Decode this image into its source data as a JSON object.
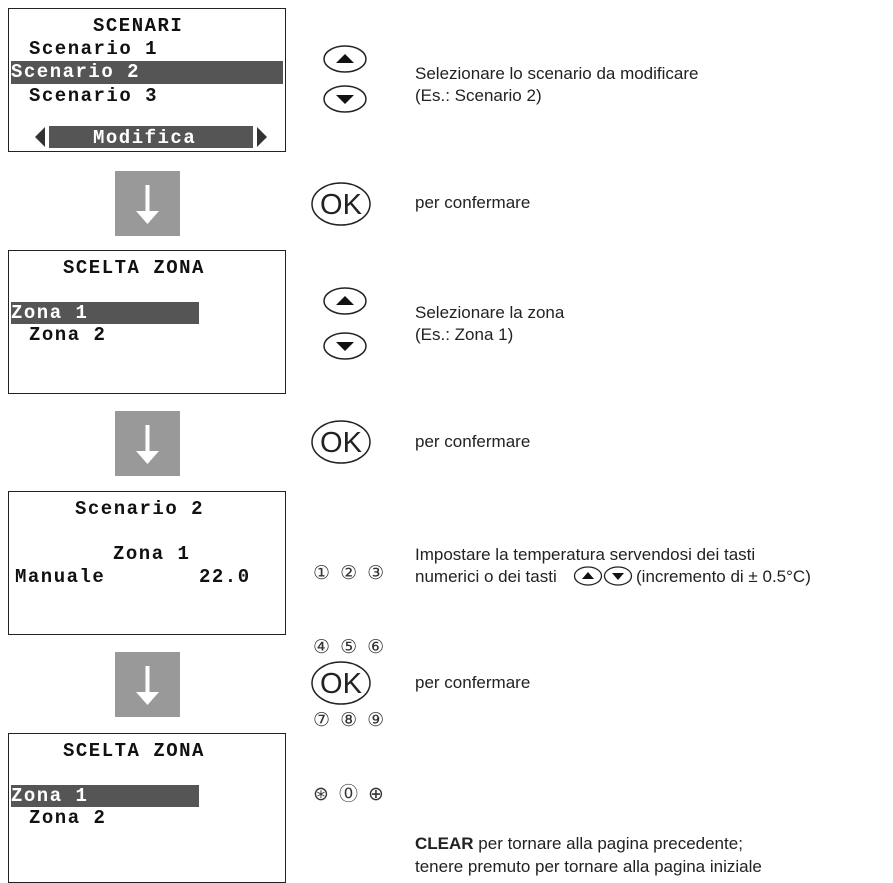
{
  "screen1": {
    "title": "SCENARI",
    "items": [
      "Scenario 1",
      "Scenario 2",
      "Scenario 3"
    ],
    "selected_index": 1,
    "softkey": "Modifica"
  },
  "screen2": {
    "title": "SCELTA ZONA",
    "items": [
      "Zona 1",
      "Zona 2"
    ],
    "selected_index": 0
  },
  "screen3": {
    "title": "Scenario 2",
    "zone": "Zona 1",
    "mode": "Manuale",
    "value": "22.0"
  },
  "screen4": {
    "title": "SCELTA ZONA",
    "items": [
      "Zona 1",
      "Zona 2"
    ],
    "selected_index": 0
  },
  "ok_label": "OK",
  "keypad": [
    "① ② ③",
    "④ ⑤ ⑥",
    "⑦ ⑧ ⑨",
    "⊛ ⓪ ⊕"
  ],
  "steps": {
    "step1_line1": "Selezionare lo scenario da modificare",
    "step1_line2": "(Es.: Scenario 2)",
    "confirm1": "per confermare",
    "step2_line1": "Selezionare la zona",
    "step2_line2": "(Es.: Zona 1)",
    "confirm2": "per confermare",
    "step3_line1": "Impostare la temperatura servendosi dei tasti",
    "step3_line2_a": "numerici o dei tasti",
    "step3_line2_b": "(incremento di ± 0.5°C)",
    "confirm3": "per confermare",
    "clear_key": "CLEAR",
    "clear_line1_rest": " per tornare alla pagina precedente;",
    "clear_line2": "tenere premuto per tornare alla pagina iniziale"
  },
  "colors": {
    "highlight": "#555555",
    "arrow": "#999999",
    "border": "#222222"
  },
  "icons": [
    "up-arrow-button-icon",
    "down-arrow-button-icon",
    "ok-button-icon",
    "keypad-icon",
    "down-flow-arrow-icon"
  ]
}
